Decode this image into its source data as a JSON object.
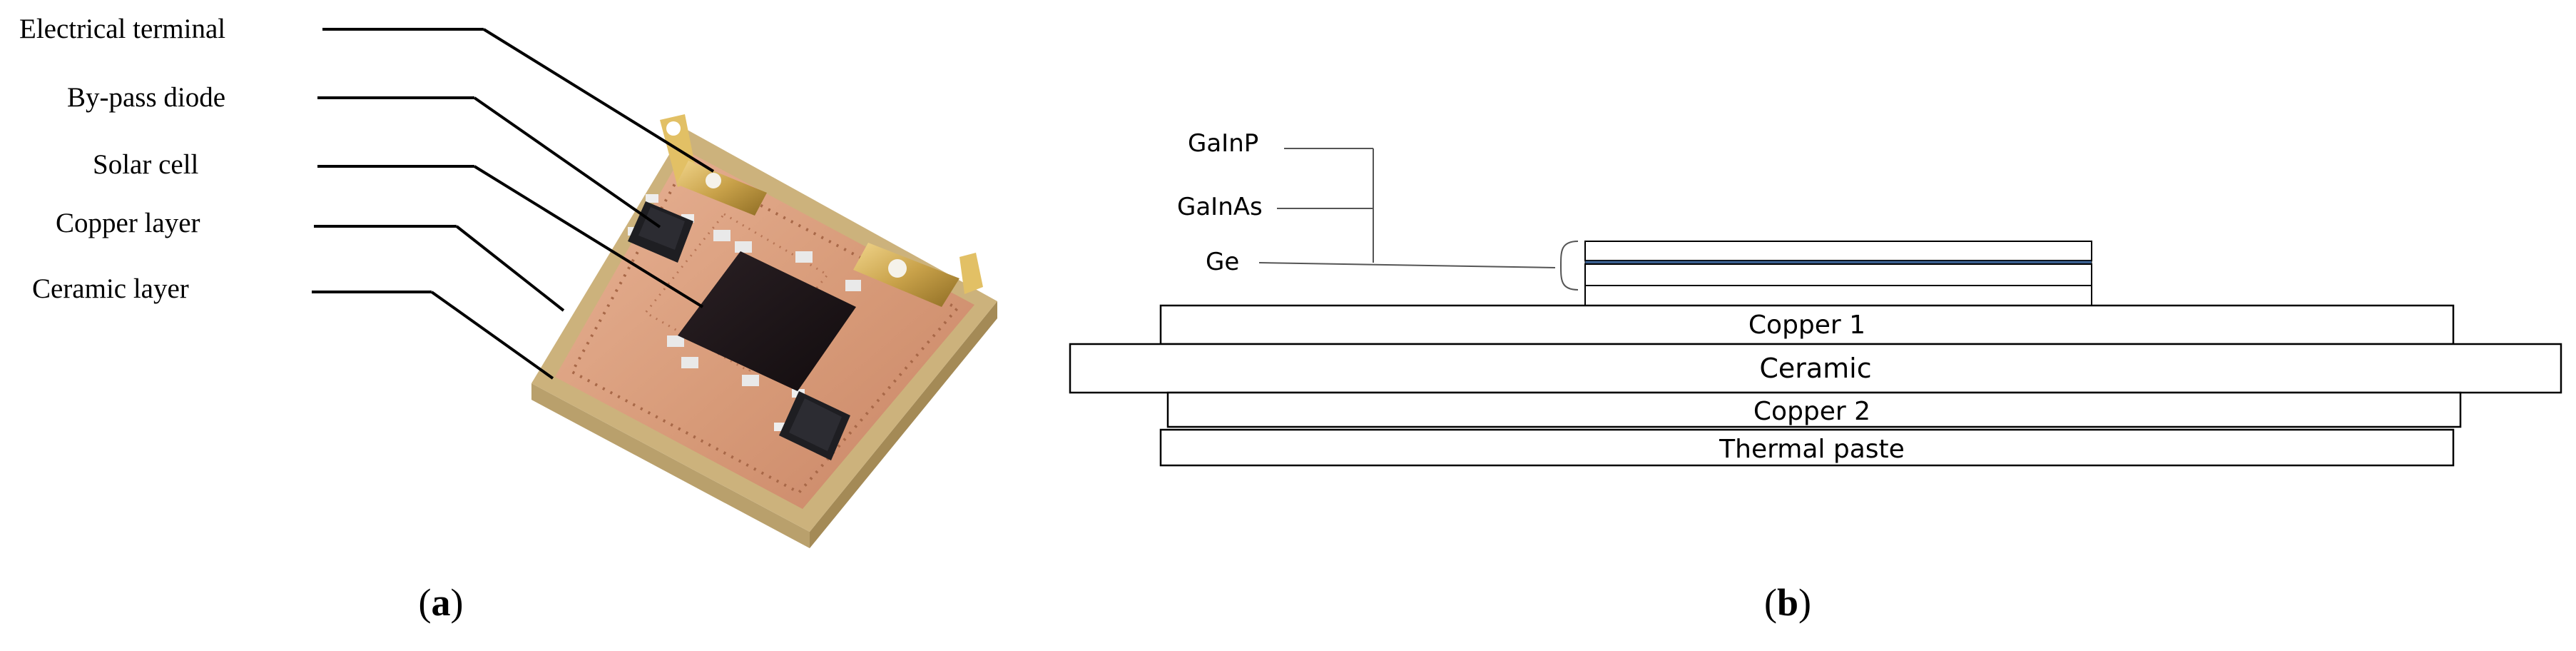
{
  "panel_a": {
    "labels": [
      "Electrical terminal",
      "By-pass diode",
      "Solar cell",
      "Copper layer",
      "Ceramic layer"
    ],
    "caption_open": "(",
    "caption_letter": "a",
    "caption_close": ")"
  },
  "panel_b": {
    "junctions": [
      "GaInP",
      "GaInAs",
      "Ge"
    ],
    "layers": [
      "Copper 1",
      "Ceramic",
      "Copper 2",
      "Thermal paste"
    ],
    "caption_open": "(",
    "caption_letter": "b",
    "caption_close": ")"
  },
  "colors": {
    "copper": "#d79a78",
    "substrate": "#ccb27c",
    "solar_cell": "#1c1416",
    "terminal": "#c9a24a",
    "diode": "#1e1e22",
    "cell_interlayer": "#3a5f8f"
  }
}
